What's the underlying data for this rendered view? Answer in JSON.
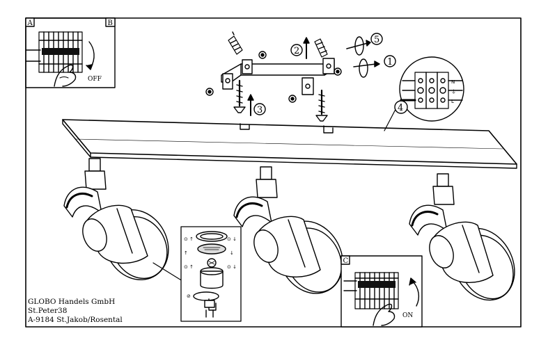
{
  "panels": {
    "a_label": "A",
    "b_label": "B",
    "c_label": "C",
    "off_text": "OFF",
    "on_text": "ON"
  },
  "steps": {
    "step1": "1",
    "step2": "2",
    "step3": "3",
    "step4": "4",
    "step5": "5"
  },
  "connector_terminals": {
    "top": "N",
    "middle": "⏚",
    "bottom": "L"
  },
  "company": {
    "line1": "GLOBO Handels GmbH",
    "line2": "St.Peter38",
    "line3": "A-9184 St.Jakob/Rosental"
  },
  "colors": {
    "line": "#000000",
    "background": "#ffffff"
  }
}
